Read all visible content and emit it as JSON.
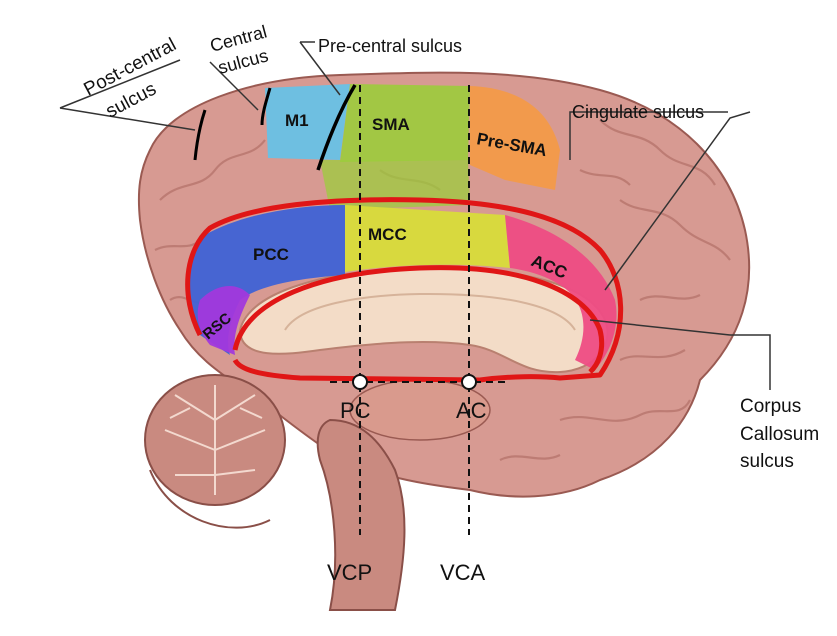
{
  "labels": {
    "post_central_1": "Post-central",
    "post_central_2": "sulcus",
    "central_1": "Central",
    "central_2": "sulcus",
    "pre_central": "Pre-central sulcus",
    "cingulate": "Cingulate sulcus",
    "corpus_1": "Corpus",
    "corpus_2": "Callosum",
    "corpus_3": "sulcus",
    "pc": "PC",
    "ac": "AC",
    "vcp": "VCP",
    "vca": "VCA"
  },
  "regions": {
    "m1": "M1",
    "sma": "SMA",
    "pre_sma": "Pre-SMA",
    "pcc": "PCC",
    "mcc": "MCC",
    "acc": "ACC",
    "rsc": "RSC"
  },
  "colors": {
    "m1": "#5cc6ee",
    "sma": "#9ccc3c",
    "pre_sma": "#f59a45",
    "pcc": "#3f62d6",
    "mcc": "#d8dc3a",
    "acc": "#ee4c84",
    "rsc": "#a238dc",
    "cingulate_outline": "#e01616",
    "brain_tissue": "#d79a92",
    "cerebellum": "#c98a80"
  }
}
